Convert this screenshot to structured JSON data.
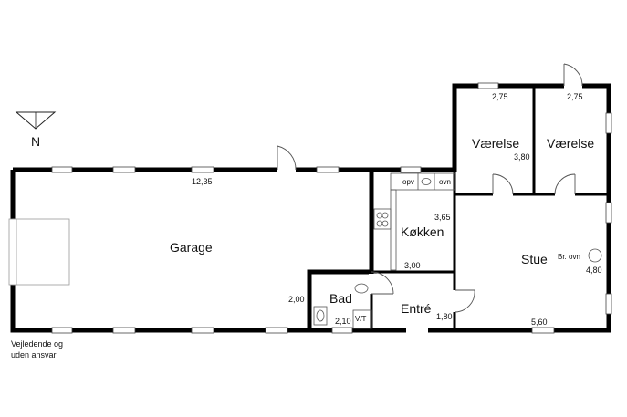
{
  "compass": {
    "label": "N"
  },
  "rooms": {
    "garage": "Garage",
    "vaerelse_left": "Værelse",
    "vaerelse_right": "Værelse",
    "kokken": "Køkken",
    "stue": "Stue",
    "bad": "Bad",
    "entre": "Entré"
  },
  "dimensions": {
    "garage_width": "12,35",
    "vaerelse_left_width": "2,75",
    "vaerelse_right_width": "2,75",
    "vaerelse_depth": "3,80",
    "kokken_depth": "3,65",
    "kokken_width": "3,00",
    "stue_depth": "4,80",
    "stue_width": "5,60",
    "bad_depth": "2,00",
    "bad_width": "2,10",
    "entre_depth": "1,80"
  },
  "fixtures": {
    "opvask": "opv",
    "ovn": "ovn",
    "braendeovn": "Br. ovn",
    "vaskemaskine_tumbler": "V/T"
  },
  "disclaimer": {
    "line1": "Vejledende og",
    "line2": "uden ansvar"
  }
}
